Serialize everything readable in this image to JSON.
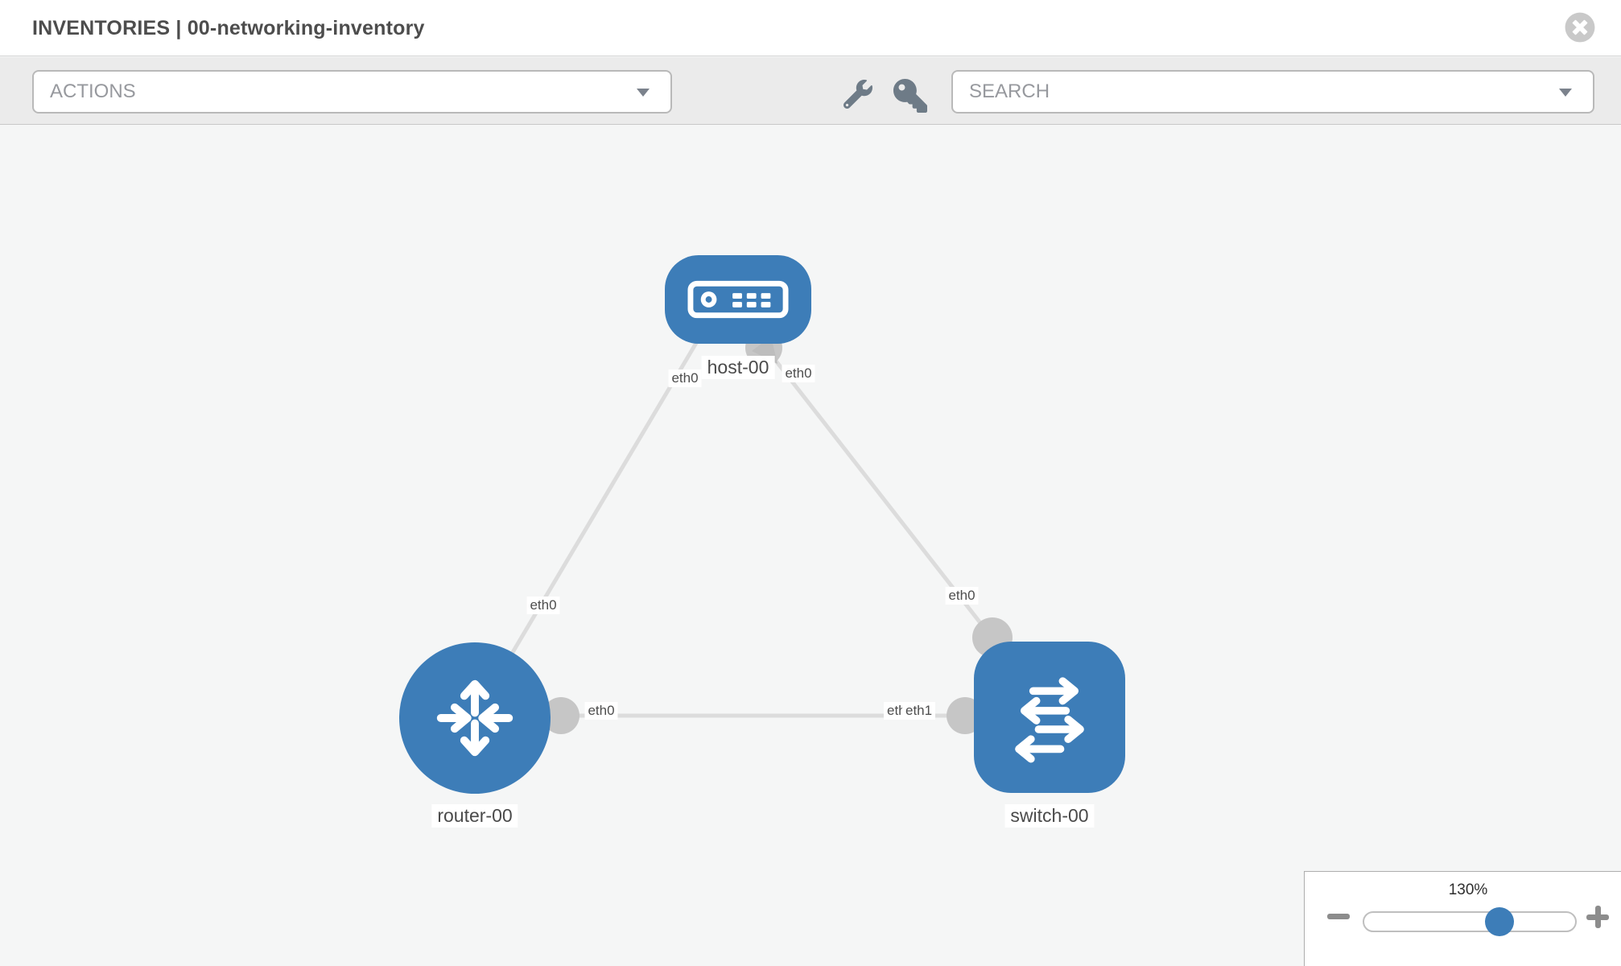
{
  "header": {
    "title": "INVENTORIES | 00-networking-inventory"
  },
  "toolbar": {
    "actions_label": "ACTIONS",
    "search_placeholder": "SEARCH"
  },
  "topology": {
    "nodes": [
      {
        "id": "host-00",
        "type": "host",
        "label": "host-00"
      },
      {
        "id": "router-00",
        "type": "router",
        "label": "router-00"
      },
      {
        "id": "switch-00",
        "type": "switch",
        "label": "switch-00"
      }
    ],
    "edges": [
      {
        "from": "host-00",
        "to": "router-00"
      },
      {
        "from": "host-00",
        "to": "switch-00"
      },
      {
        "from": "router-00",
        "to": "switch-00"
      }
    ],
    "labels": {
      "host": "host-00",
      "router": "router-00",
      "switch": "switch-00",
      "host_if_left": "eth0",
      "host_if_right": "eth0",
      "edge_host_router_mid": "eth0",
      "edge_host_switch_mid": "eth0",
      "edge_bottom_left": "eth0",
      "edge_bottom_right_back": "eth0",
      "edge_bottom_right_front": "eth1"
    }
  },
  "zoom_control": {
    "level": "130%",
    "percent": 130
  },
  "colors": {
    "node_blue": "#3d7db8",
    "edge_gray": "#dcdcdc",
    "connector_gray": "#c6c6c6",
    "toolbar_bg": "#ebebeb",
    "canvas_bg": "#f5f6f6",
    "label_text": "#4a4a4a"
  }
}
